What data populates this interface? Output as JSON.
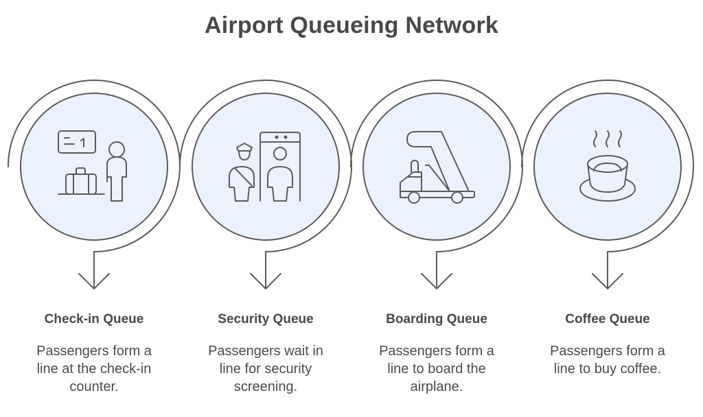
{
  "title": "Airport Queueing Network",
  "colors": {
    "circle_fill": "#ebf2fe",
    "stroke": "#5a5a5a",
    "text": "#484848"
  },
  "steps": [
    {
      "title": "Check-in Queue",
      "description": "Passengers form a line at the check-in counter.",
      "icon": "check-in-counter-icon"
    },
    {
      "title": "Security Queue",
      "description": "Passengers wait in line for security screening.",
      "icon": "security-screening-icon"
    },
    {
      "title": "Boarding Queue",
      "description": "Passengers form a line to board the airplane.",
      "icon": "boarding-stairs-truck-icon"
    },
    {
      "title": "Coffee Queue",
      "description": "Passengers form a line to buy coffee.",
      "icon": "coffee-cup-icon"
    }
  ]
}
